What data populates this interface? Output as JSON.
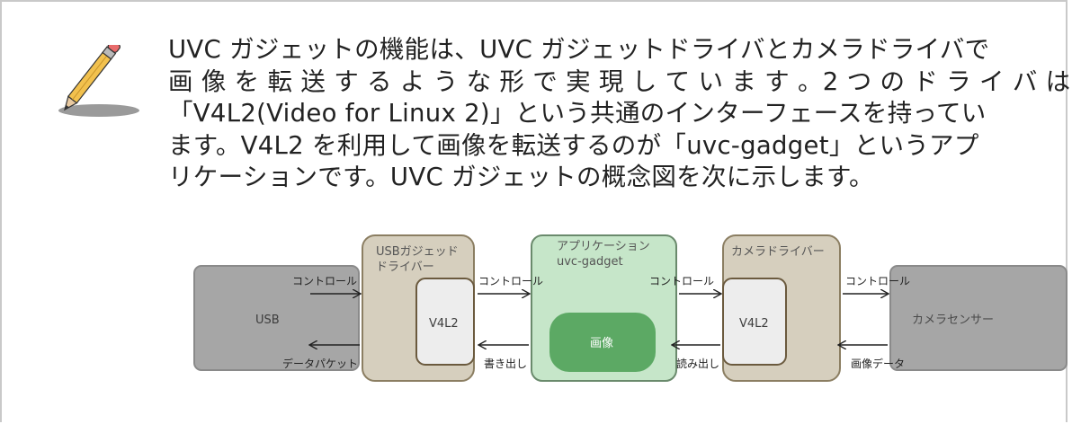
{
  "paragraph": {
    "lines": [
      "UVC ガジェットの機能は、UVC ガジェットドライバとカメラドライバで",
      "画 像 を 転 送 す る よ う な 形 で 実 現 し て い ま す 。2 つ の ド ラ イ バ は",
      "「V4L2(Video for Linux 2)」という共通のインターフェースを持ってい",
      "ます。V4L2 を利用して画像を転送するのが「uvc-gadget」というアプ",
      "リケーションです。UVC ガジェットの概念図を次に示します。"
    ]
  },
  "diagram": {
    "blocks": {
      "usb": "USB",
      "usb_gadget_driver_line1": "USBガジェッド",
      "usb_gadget_driver_line2": "ドライバー",
      "v4l2_left": "V4L2",
      "application_line1": "アプリケーション",
      "application_line2": "uvc-gadget",
      "image": "画像",
      "camera_driver": "カメラドライバー",
      "v4l2_right": "V4L2",
      "camera_sensor": "カメラセンサー"
    },
    "arrows": {
      "control_1": "コントロール",
      "control_2": "コントロール",
      "control_3": "コントロール",
      "control_4": "コントロール",
      "data_packet": "データパケット",
      "write_out": "書き出し",
      "read_out": "読み出し",
      "image_data": "画像データ"
    },
    "colors": {
      "gray_block": "#a6a6a6",
      "driver_block": "#d6cfbe",
      "app_block": "#c6e6c9",
      "image_block": "#5ca964",
      "v4l2_block": "#ededed"
    }
  }
}
